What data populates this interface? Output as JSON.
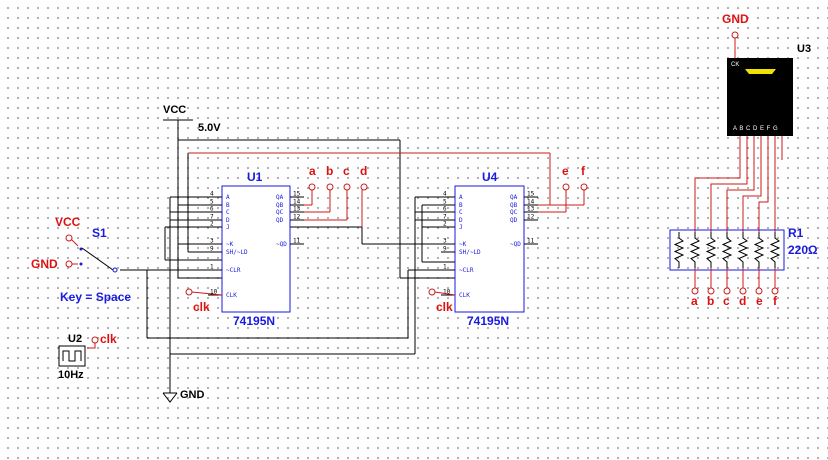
{
  "power": {
    "vcc_label": "VCC",
    "vcc_value": "5.0V",
    "gnd_top": "GND",
    "gnd_bottom": "GND",
    "gnd_left": "GND",
    "vcc_left": "VCC"
  },
  "switch": {
    "ref": "S1",
    "key": "Key = Space"
  },
  "clock": {
    "ref": "U2",
    "freq": "10Hz",
    "net": "clk"
  },
  "u1": {
    "ref": "U1",
    "part": "74195N",
    "clk": "clk",
    "left_pins": [
      {
        "n": "4",
        "name": "A"
      },
      {
        "n": "5",
        "name": "B"
      },
      {
        "n": "6",
        "name": "C"
      },
      {
        "n": "7",
        "name": "D"
      },
      {
        "n": "2",
        "name": "J"
      },
      {
        "n": "3",
        "name": "~K"
      },
      {
        "n": "9",
        "name": "SH/~LD"
      },
      {
        "n": "1",
        "name": "~CLR"
      },
      {
        "n": "10",
        "name": "CLK"
      }
    ],
    "right_pins": [
      {
        "n": "15",
        "name": "QA"
      },
      {
        "n": "14",
        "name": "QB"
      },
      {
        "n": "13",
        "name": "QC"
      },
      {
        "n": "12",
        "name": "QD"
      },
      {
        "n": "11",
        "name": "~QD"
      }
    ]
  },
  "u4": {
    "ref": "U4",
    "part": "74195N",
    "clk": "clk",
    "left_pins": [
      {
        "n": "4",
        "name": "A"
      },
      {
        "n": "5",
        "name": "B"
      },
      {
        "n": "6",
        "name": "C"
      },
      {
        "n": "7",
        "name": "D"
      },
      {
        "n": "2",
        "name": "J"
      },
      {
        "n": "3",
        "name": "~K"
      },
      {
        "n": "9",
        "name": "SH/~LD"
      },
      {
        "n": "1",
        "name": "~CLR"
      },
      {
        "n": "10",
        "name": "CLK"
      }
    ],
    "right_pins": [
      {
        "n": "15",
        "name": "QA"
      },
      {
        "n": "14",
        "name": "QB"
      },
      {
        "n": "13",
        "name": "QC"
      },
      {
        "n": "12",
        "name": "QD"
      },
      {
        "n": "11",
        "name": "~QD"
      }
    ]
  },
  "probes_u1": [
    "a",
    "b",
    "c",
    "d"
  ],
  "probes_u4": [
    "e",
    "f"
  ],
  "display": {
    "ref": "U3",
    "ck": "CK",
    "segments": "A B C D E F G"
  },
  "resistor": {
    "ref": "R1",
    "value": "220Ω",
    "labels": [
      "a",
      "b",
      "c",
      "d",
      "e",
      "f"
    ]
  }
}
